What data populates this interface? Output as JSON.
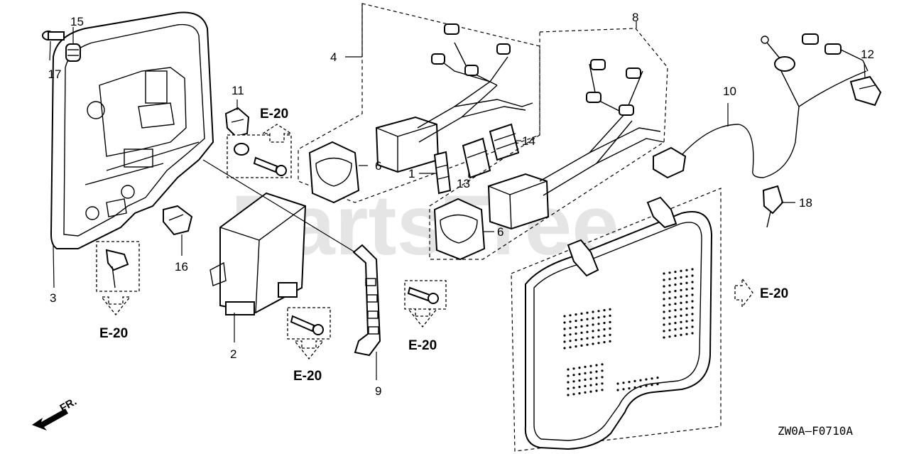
{
  "watermark": "PartsTree",
  "diagram_code": "ZW0A—F0710A",
  "front_marker": "FR.",
  "callouts": [
    "1",
    "2",
    "3",
    "4",
    "6",
    "6",
    "8",
    "9",
    "10",
    "11",
    "12",
    "13",
    "14",
    "15",
    "16",
    "17",
    "18"
  ],
  "reference_label": "E-20"
}
